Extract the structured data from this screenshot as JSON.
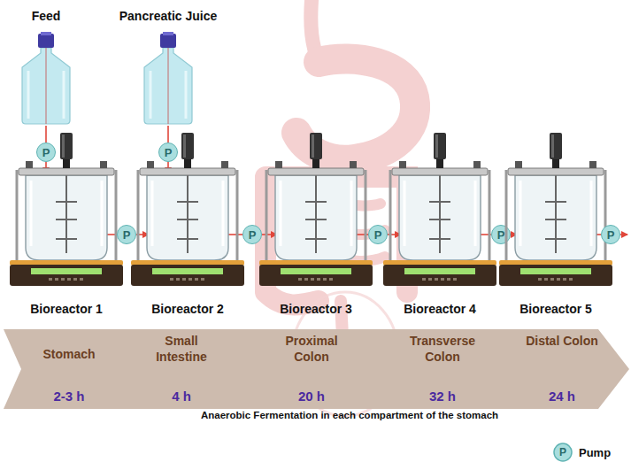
{
  "diagram": {
    "nodes": [
      {
        "text": [
          "Feed"
        ]
      },
      {
        "text": [
          "Pancreatic Juice"
        ]
      },
      {
        "text": [
          "P"
        ]
      },
      {
        "text": [
          "P"
        ]
      },
      {
        "text": [
          "Bioreactor 1"
        ]
      },
      {
        "text": [
          "P"
        ]
      },
      {
        "text": [
          "Bioreactor 2"
        ]
      },
      {
        "text": [
          "P"
        ]
      },
      {
        "text": [
          "Bioreactor 3"
        ]
      },
      {
        "text": [
          "P"
        ]
      },
      {
        "text": [
          "Bioreactor 4"
        ]
      },
      {
        "text": [
          "P"
        ]
      },
      {
        "text": [
          "Bioreactor 5"
        ]
      },
      {
        "text": [
          "P"
        ]
      },
      {
        "text": [
          "Stomach",
          "2-3 h",
          "Small Intestine",
          "4 h",
          "Proximal Colon",
          "20 h",
          "Transverse Colon",
          "32 h",
          "Distal Colon",
          "24 h"
        ]
      }
    ],
    "edges": [
      {
        "from": 0,
        "to": 2,
        "arrow": "none"
      },
      {
        "from": 2,
        "to": 4,
        "arrow": "to"
      },
      {
        "from": 1,
        "to": 3,
        "arrow": "none"
      },
      {
        "from": 3,
        "to": 6,
        "arrow": "to"
      },
      {
        "from": 4,
        "to": 5,
        "arrow": "none"
      },
      {
        "from": 5,
        "to": 6,
        "arrow": "to"
      },
      {
        "from": 6,
        "to": 7,
        "arrow": "none"
      },
      {
        "from": 7,
        "to": 8,
        "arrow": "to"
      },
      {
        "from": 8,
        "to": 9,
        "arrow": "none"
      },
      {
        "from": 9,
        "to": 10,
        "arrow": "to"
      },
      {
        "from": 10,
        "to": 11,
        "arrow": "none"
      },
      {
        "from": 11,
        "to": 12,
        "arrow": "to"
      },
      {
        "from": 12,
        "to": 13,
        "arrow": "none"
      }
    ],
    "labels": [
      "Anaerobic Fermentation in each compartment of the stomach",
      "P"
    ],
    "legend": [
      {
        "text": "Pump"
      }
    ]
  }
}
